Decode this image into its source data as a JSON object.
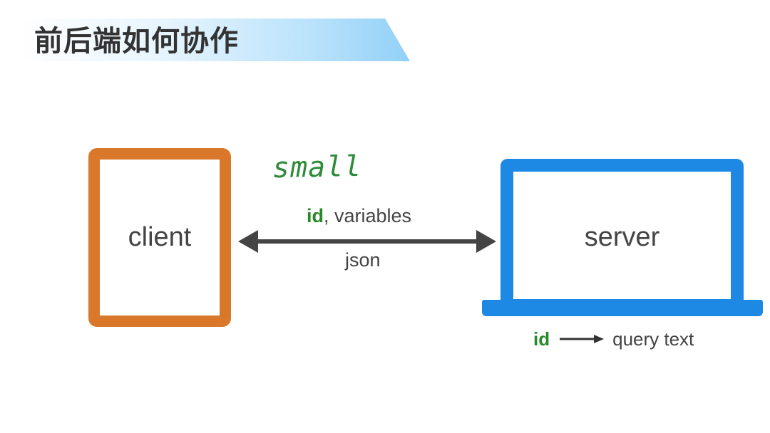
{
  "title": "前后端如何协作",
  "client": {
    "label": "client"
  },
  "server": {
    "label": "server"
  },
  "annotation": {
    "text": "small"
  },
  "request": {
    "id": "id",
    "rest": ", variables"
  },
  "response": {
    "label": "json"
  },
  "server_mapping": {
    "id": "id",
    "target": "query text"
  },
  "colors": {
    "client_border": "#d9782a",
    "server_blue": "#1e88e5",
    "green_text": "#2a8a2a",
    "arrow": "#444444"
  }
}
